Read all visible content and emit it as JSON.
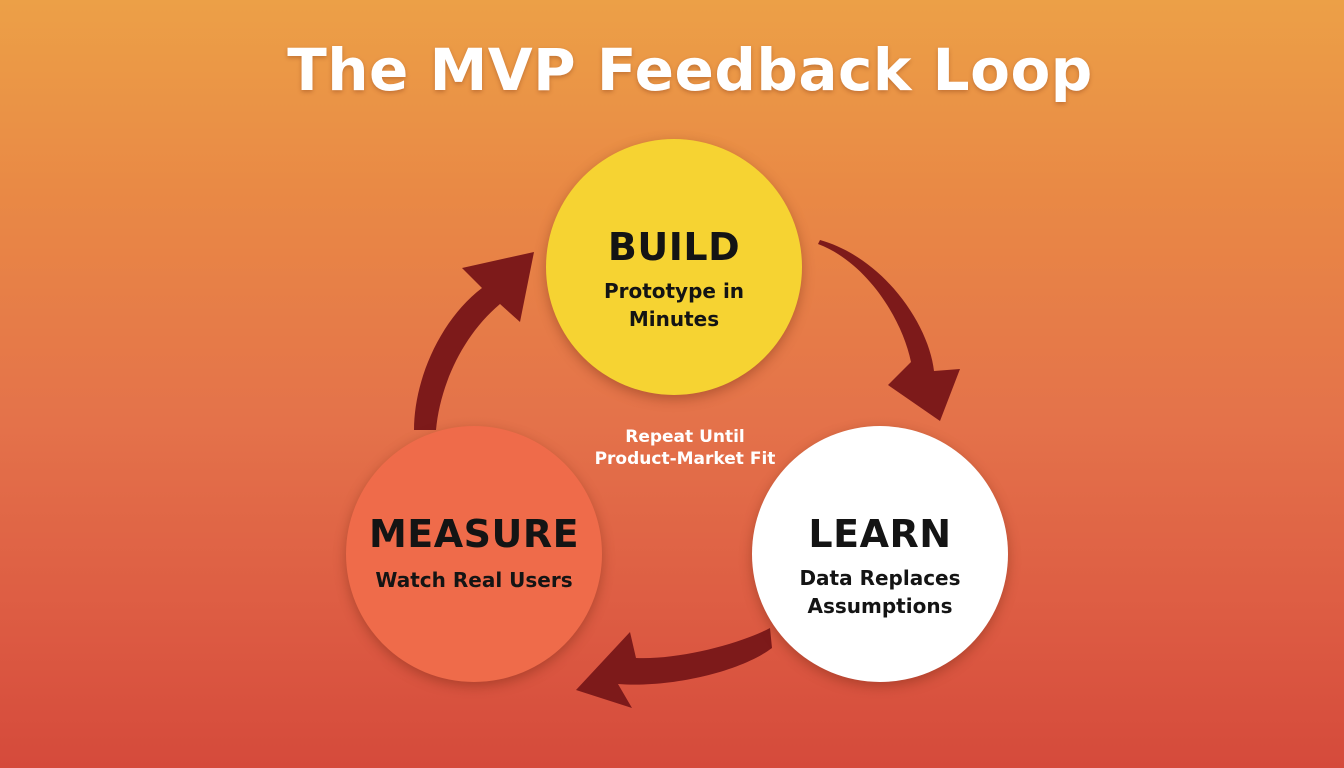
{
  "title": "The MVP Feedback Loop",
  "center_text": "Repeat Until\nProduct-Market Fit",
  "nodes": {
    "build": {
      "heading": "BUILD",
      "text": "Prototype in\nMinutes",
      "color": "#f6d332"
    },
    "learn": {
      "heading": "LEARN",
      "text": "Data Replaces\nAssumptions",
      "color": "#ffffff"
    },
    "measure": {
      "heading": "MEASURE",
      "text": "Watch Real Users",
      "color": "#ef6b4a"
    }
  },
  "arrow_color": "#7d1a1a"
}
